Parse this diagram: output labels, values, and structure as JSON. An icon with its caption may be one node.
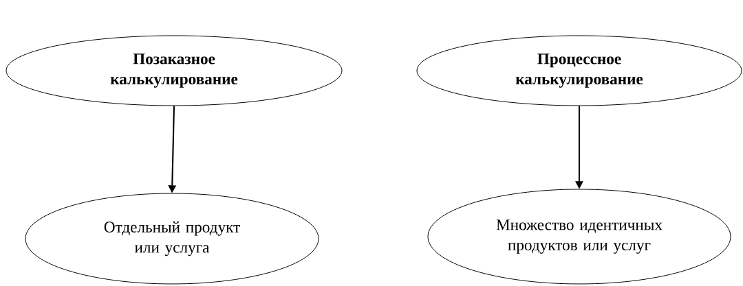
{
  "diagram": {
    "nodes": [
      {
        "text": [
          "Позаказное калькулирование"
        ]
      },
      {
        "text": [
          "Процессное калькулирование"
        ]
      },
      {
        "text": [
          "Отдельный продукт или услуга"
        ]
      },
      {
        "text": [
          "Множество идентичных продуктов или услуг"
        ]
      }
    ],
    "edges": [
      {
        "from": 0,
        "to": 2,
        "arrow": "to"
      },
      {
        "from": 1,
        "to": 3,
        "arrow": "to"
      }
    ]
  }
}
